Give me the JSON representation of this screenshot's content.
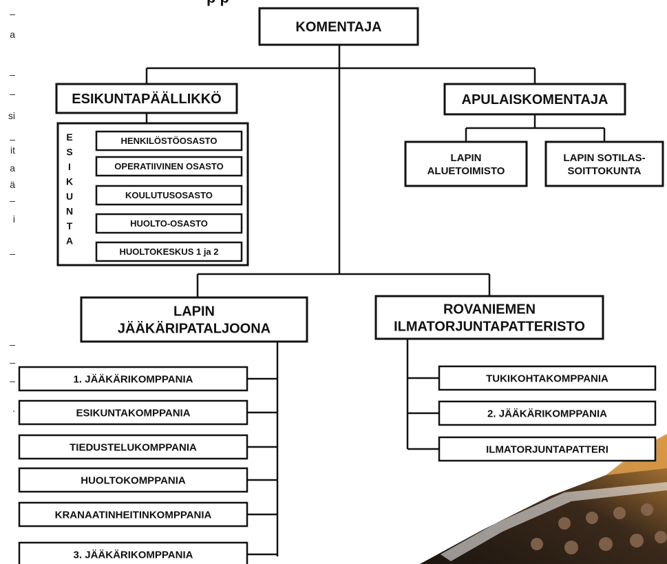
{
  "top_fragment": "p          p",
  "left_margin_fragments": [
    "–",
    "a",
    "–",
    "–",
    "si",
    "–",
    "it",
    "a",
    "ä",
    "–",
    "i",
    "–",
    "–",
    "–",
    "–",
    "."
  ],
  "nodes": {
    "komentaja": "KOMENTAJA",
    "esikuntapaallikko": "ESIKUNTAPÄÄLLIKKÖ",
    "apulaiskomentaja": "APULAISKOMENTAJA",
    "lapin_aluetoimisto": [
      "LAPIN",
      "ALUETOIMISTO"
    ],
    "lapin_sotilassoittokunta": [
      "LAPIN SOTILAS-",
      "SOITTOKUNTA"
    ],
    "esikunta_letters": [
      "E",
      "S",
      "I",
      "K",
      "U",
      "N",
      "T",
      "A"
    ],
    "esikunta_units": [
      "HENKILÖSTÖOSASTO",
      "OPERATIIVINEN OSASTO",
      "KOULUTUSOSASTO",
      "HUOLTO-OSASTO",
      "HUOLTOKESKUS 1 ja 2"
    ],
    "lapin_jaakaripataljoona": [
      "LAPIN",
      "JÄÄKÄRIPATALJOONA"
    ],
    "rovaniemen_ilmatorjuntapatteristo": [
      "ROVANIEMEN",
      "ILMATORJUNTAPATTERISTO"
    ],
    "ljp_units": [
      "1. JÄÄKÄRIKOMPPANIA",
      "ESIKUNTAKOMPPANIA",
      "TIEDUSTELUKOMPPANIA",
      "HUOLTOKOMPPANIA",
      "KRANAATINHEITINKOMPPANIA",
      "3. JÄÄKÄRIKOMPPANIA"
    ],
    "rovip_units": [
      "TUKIKOHTAKOMPPANIA",
      "2. JÄÄKÄRIKOMPPANIA",
      "ILMATORJUNTAPATTERI"
    ]
  },
  "colors": {
    "line": "#111111",
    "box_fill": "#ffffff",
    "photo_dark": "#2a2118",
    "photo_warm": "#c98a3a"
  }
}
